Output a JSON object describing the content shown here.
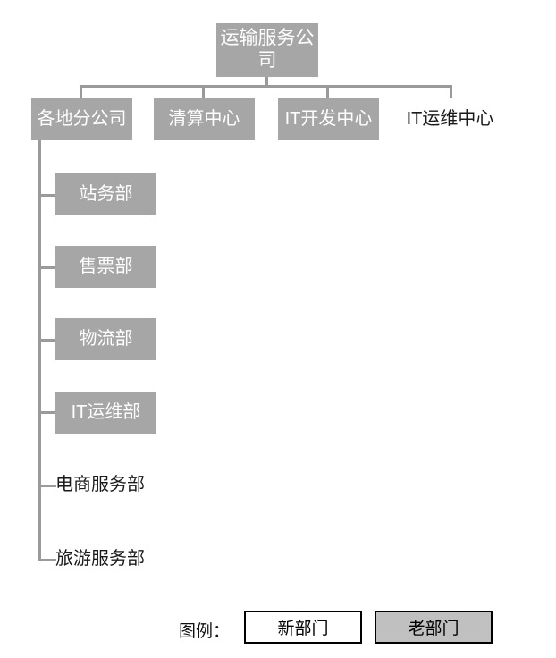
{
  "diagram": {
    "type": "org-chart",
    "root": {
      "label": "运输服务公司",
      "style": "old"
    },
    "level1": [
      {
        "label": "各地分公司",
        "style": "old"
      },
      {
        "label": "清算中心",
        "style": "old"
      },
      {
        "label": "IT开发中心",
        "style": "old"
      },
      {
        "label": "IT运维中心",
        "style": "new"
      }
    ],
    "level2_parent": "各地分公司",
    "level2": [
      {
        "label": "站务部",
        "style": "old"
      },
      {
        "label": "售票部",
        "style": "old"
      },
      {
        "label": "物流部",
        "style": "old"
      },
      {
        "label": "IT运维部",
        "style": "old"
      },
      {
        "label": "电商服务部",
        "style": "new"
      },
      {
        "label": "旅游服务部",
        "style": "new"
      }
    ]
  },
  "legend": {
    "title": "图例：",
    "items": [
      {
        "label": "新部门",
        "style": "new"
      },
      {
        "label": "老部门",
        "style": "old"
      }
    ]
  },
  "colors": {
    "old_box_fill": "#a6a6a6",
    "old_box_text": "#ffffff",
    "new_box_text": "#1a1a1a",
    "connector": "#9a9a9a",
    "legend_border": "#000000",
    "legend_old_fill": "#c0c0c0",
    "background": "#ffffff"
  }
}
